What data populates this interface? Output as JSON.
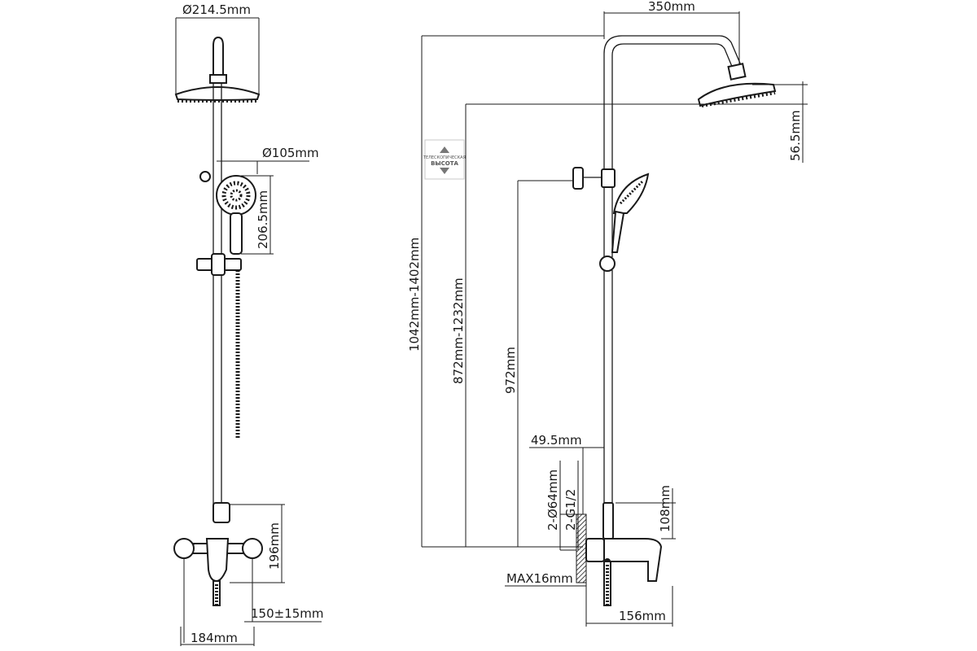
{
  "front_view": {
    "head_diameter": "Ø214.5mm",
    "hand_diameter": "Ø105mm",
    "hand_length": "206.5mm",
    "mixer_height": "196mm",
    "center_distance": "150±15mm",
    "mixer_width": "184mm"
  },
  "side_view": {
    "arm_reach": "350mm",
    "head_thickness": "56.5mm",
    "total_height": "1042mm-1402mm",
    "head_height": "872mm-1232mm",
    "holder_height": "972mm",
    "wall_offset": "49.5mm",
    "flange_diameter": "2-Ø64mm",
    "thread": "2-G1/2",
    "spout_height": "108mm",
    "wall_gap": "MAX16mm",
    "spout_reach": "156mm"
  },
  "badge": {
    "top_text": "ТЕЛЕСКОПИЧЕСКАЯ",
    "bottom_text": "ВЫСОТА",
    "icon": "up-down-arrows-icon"
  },
  "colors": {
    "line": "#1a1a1a",
    "background": "#ffffff"
  }
}
